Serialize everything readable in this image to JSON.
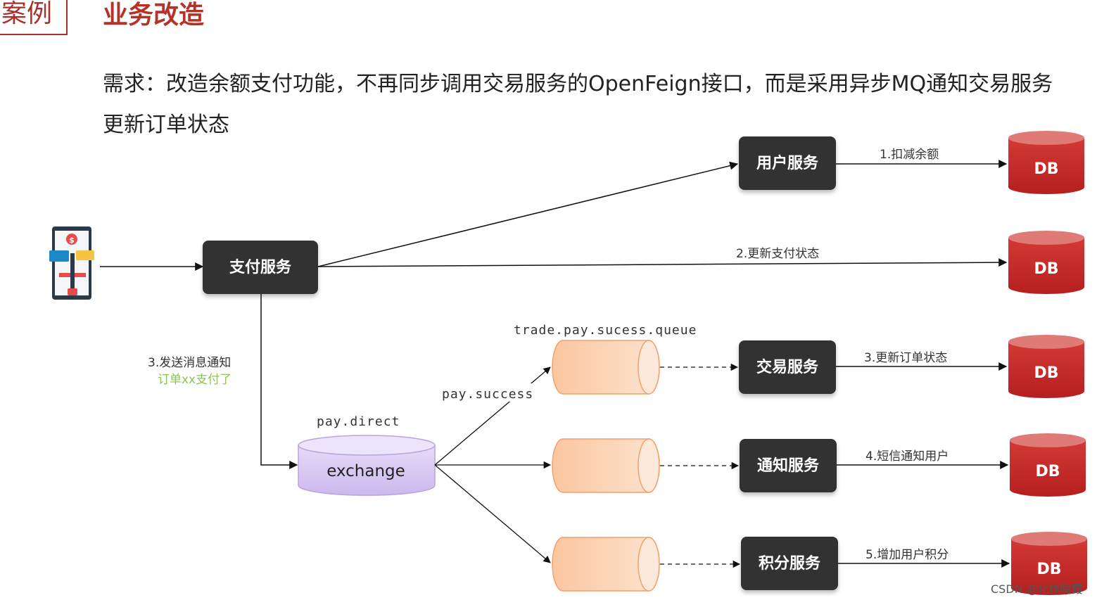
{
  "header": {
    "tag": "案例",
    "title": "业务改造"
  },
  "requirement": {
    "line1": "需求：改造余额支付功能，不再同步调用交易服务的OpenFeign接口，而是采用异步MQ通知交易服务",
    "line2": "更新订单状态"
  },
  "services": {
    "pay": "支付服务",
    "user": "用户服务",
    "trade": "交易服务",
    "notify": "通知服务",
    "points": "积分服务"
  },
  "steps": {
    "s1": "1.扣减余额",
    "s2": "2.更新支付状态",
    "s3a": "3.发送消息通知",
    "s3b": "订单xx支付了",
    "s3c": "3.更新订单状态",
    "s4": "4.短信通知用户",
    "s5": "5.增加用户积分"
  },
  "mq": {
    "exchange_name": "pay.direct",
    "exchange_label": "exchange",
    "routing_key": "pay.success",
    "queue_name": "trade.pay.sucess.queue"
  },
  "db_label": "DB",
  "watermark": "CSDN @化作晚霞",
  "colors": {
    "accent": "#b53326",
    "service_box": "#333333",
    "db": "#c62a2a",
    "queue": "#f9b98c",
    "exchange": "#d9c8f2",
    "green_text": "#8fc255"
  }
}
